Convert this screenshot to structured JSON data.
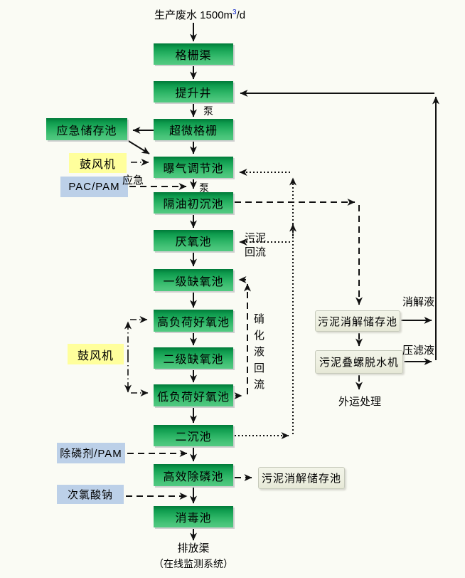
{
  "header": {
    "inflow_prefix": "生产废水 1500m",
    "inflow_sup": "3",
    "inflow_suffix": "/d"
  },
  "process": {
    "boxes": [
      "格栅渠",
      "提升井",
      "超微格栅",
      "曝气调节池",
      "隔油初沉池",
      "厌氧池",
      "一级缺氧池",
      "高负荷好氧池",
      "二级缺氧池",
      "低负荷好氧池",
      "二沉池",
      "高效除磷池",
      "消毒池"
    ]
  },
  "side": {
    "emergency_tank": "应急储存池",
    "blower_top": "鼓风机",
    "pac_pam": "PAC/PAM",
    "blower_bottom": "鼓风机",
    "phos_agent": "除磷剂/PAM",
    "sodium_hypochlorite": "次氯酸钠"
  },
  "sludge": {
    "digestion_storage": "污泥消解储存池",
    "screw_dewaterer": "污泥叠螺脱水机",
    "digestion_storage_2": "污泥消解储存池",
    "offsite_disposal": "外运处理",
    "digestate_label": "消解液",
    "filtrate_label": "压滤液"
  },
  "flow_labels": {
    "pump_1": "泵",
    "pump_2": "泵",
    "emergency": "应急",
    "sludge_return": "污泥回流",
    "nitrified_liquid_return": "硝化液回流"
  },
  "outfall": {
    "channel": "排放渠",
    "monitoring": "（在线监测系统）"
  },
  "colors": {
    "box_green_dark": "#007A39",
    "box_green_light": "#52C981",
    "blower_yellow": "#FFFF9C",
    "chemical_blue": "#BCD0E8",
    "sludge_ivory": "#EDEFE0",
    "background": "#FAFBF4",
    "arrow_black": "#111111",
    "superscript_blue": "#0018C8"
  }
}
